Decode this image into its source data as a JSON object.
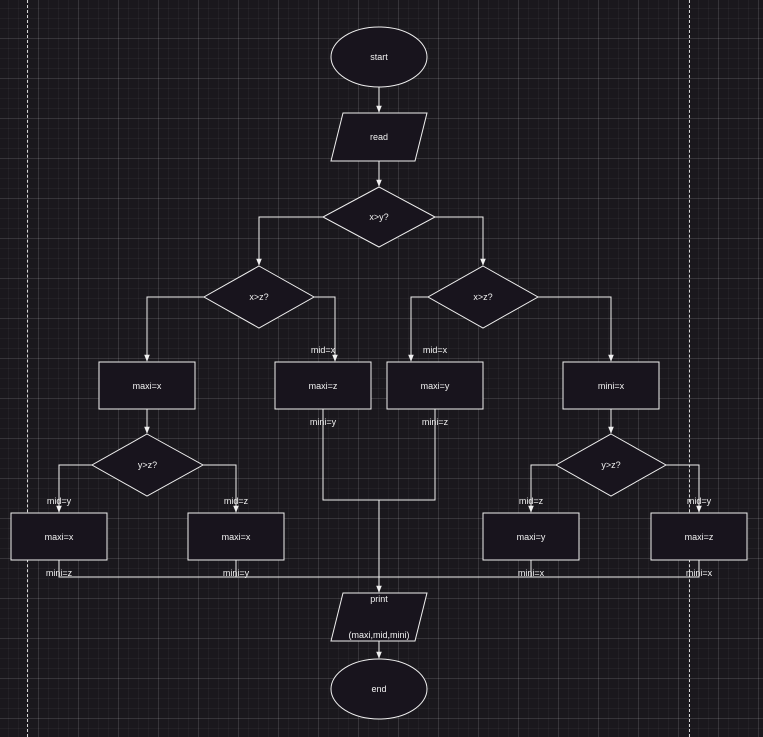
{
  "colors": {
    "background": "#1a181d",
    "shape_fill": "#18141d",
    "stroke": "#f0f0f0",
    "text": "#f2f2f2"
  },
  "nodes": {
    "start": {
      "text": "start",
      "shape": "ellipse"
    },
    "read": {
      "text": "read",
      "shape": "parallelogram"
    },
    "decision_x_gt_y": {
      "text": "x>y?",
      "shape": "diamond"
    },
    "decision_left_x_gt_z": {
      "text": "x>z?",
      "shape": "diamond"
    },
    "decision_right_x_gt_z": {
      "text": "x>z?",
      "shape": "diamond"
    },
    "assign_maxi_x": {
      "lines": [
        "maxi=x"
      ],
      "shape": "rectangle"
    },
    "assign_mid_x_maxi_z_mini_y": {
      "lines": [
        "mid=x",
        "maxi=z",
        "mini=y"
      ],
      "shape": "rectangle"
    },
    "assign_mid_x_maxi_y_mini_z": {
      "lines": [
        "mid=x",
        "maxi=y",
        "mini=z"
      ],
      "shape": "rectangle"
    },
    "assign_mini_x": {
      "lines": [
        "mini=x"
      ],
      "shape": "rectangle"
    },
    "decision_left_y_gt_z": {
      "text": "y>z?",
      "shape": "diamond"
    },
    "decision_right_y_gt_z": {
      "text": "y>z?",
      "shape": "diamond"
    },
    "assign_mid_y_maxi_x_mini_z": {
      "lines": [
        "mid=y",
        "maxi=x",
        "mini=z"
      ],
      "shape": "rectangle"
    },
    "assign_mid_z_maxi_x_mini_y": {
      "lines": [
        "mid=z",
        "maxi=x",
        "mini=y"
      ],
      "shape": "rectangle"
    },
    "assign_mid_z_maxi_y_mini_x": {
      "lines": [
        "mid=z",
        "maxi=y",
        "mini=x"
      ],
      "shape": "rectangle"
    },
    "assign_mid_y_maxi_z_mini_x": {
      "lines": [
        "mid=y",
        "maxi=z",
        "mini=x"
      ],
      "shape": "rectangle"
    },
    "print": {
      "lines": [
        "print",
        "(maxi,mid,mini)"
      ],
      "shape": "parallelogram"
    },
    "end": {
      "text": "end",
      "shape": "ellipse"
    }
  }
}
